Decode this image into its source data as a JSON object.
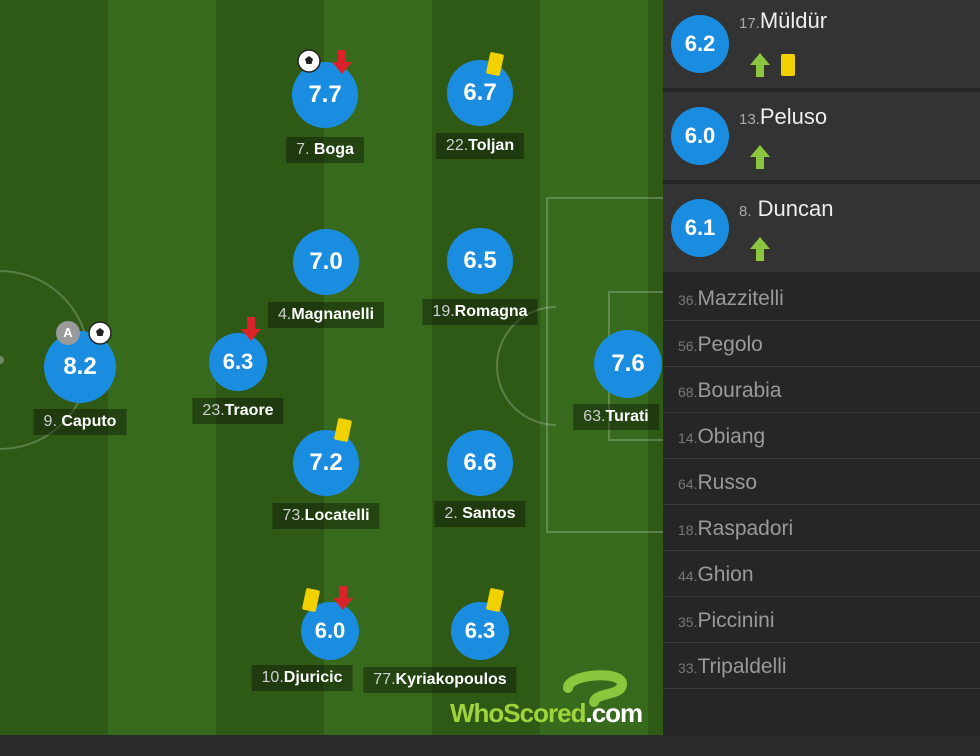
{
  "pitch_players": [
    {
      "id": "boga",
      "num": "7.",
      "name": "Boga",
      "rating": "7.7"
    },
    {
      "id": "toljan",
      "num": "22.",
      "name": "Toljan",
      "rating": "6.7"
    },
    {
      "id": "magnanelli",
      "num": "4.",
      "name": "Magnanelli",
      "rating": "7.0"
    },
    {
      "id": "romagna",
      "num": "19.",
      "name": "Romagna",
      "rating": "6.5"
    },
    {
      "id": "caputo",
      "num": "9.",
      "name": "Caputo",
      "rating": "8.2"
    },
    {
      "id": "traore",
      "num": "23.",
      "name": "Traore",
      "rating": "6.3"
    },
    {
      "id": "turati",
      "num": "63.",
      "name": "Turati",
      "rating": "7.6"
    },
    {
      "id": "locatelli",
      "num": "73.",
      "name": "Locatelli",
      "rating": "7.2"
    },
    {
      "id": "santos",
      "num": "2.",
      "name": "Santos",
      "rating": "6.6"
    },
    {
      "id": "djuricic",
      "num": "10.",
      "name": "Djuricic",
      "rating": "6.0"
    },
    {
      "id": "kyriakopoulos",
      "num": "77.",
      "name": "Kyriakopoulos",
      "rating": "6.3"
    }
  ],
  "captain_badge": "A",
  "substitutes_in": [
    {
      "num": "17.",
      "name": "Müldür",
      "rating": "6.2"
    },
    {
      "num": "13.",
      "name": "Peluso",
      "rating": "6.0"
    },
    {
      "num": "8.",
      "name": "Duncan",
      "rating": "6.1"
    }
  ],
  "bench": [
    {
      "num": "36.",
      "name": "Mazzitelli"
    },
    {
      "num": "56.",
      "name": "Pegolo"
    },
    {
      "num": "68.",
      "name": "Bourabia"
    },
    {
      "num": "14.",
      "name": "Obiang"
    },
    {
      "num": "64.",
      "name": "Russo"
    },
    {
      "num": "18.",
      "name": "Raspadori"
    },
    {
      "num": "44.",
      "name": "Ghion"
    },
    {
      "num": "35.",
      "name": "Piccinini"
    },
    {
      "num": "33.",
      "name": "Tripaldelli"
    }
  ],
  "logo": {
    "who": "WhoScored",
    "dot": ".",
    "com": "com"
  },
  "colors": {
    "rating_blue": "#1b8de0",
    "yellow_card": "#f2d100",
    "sub_off_red": "#d9222a",
    "sub_on_green": "#8cc63f"
  }
}
